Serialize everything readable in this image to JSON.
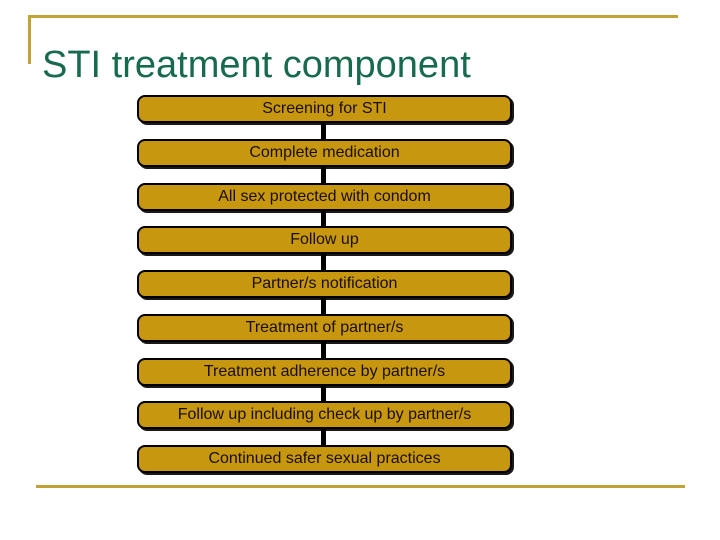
{
  "slide": {
    "title": "STI treatment component",
    "flow_boxes": [
      "Screening for STI",
      "Complete medication",
      "All sex protected with condom",
      "Follow up",
      "Partner/s notification",
      "Treatment of partner/s",
      "Treatment adherence by partner/s",
      "Follow up including check up by partner/s",
      "Continued safer sexual practices"
    ],
    "colors": {
      "title_green": "#176B4C",
      "box_gold": "#C79710",
      "accent_gold_line": "#C2A135",
      "box_border": "#000000",
      "box_text": "#1A0E00"
    }
  }
}
